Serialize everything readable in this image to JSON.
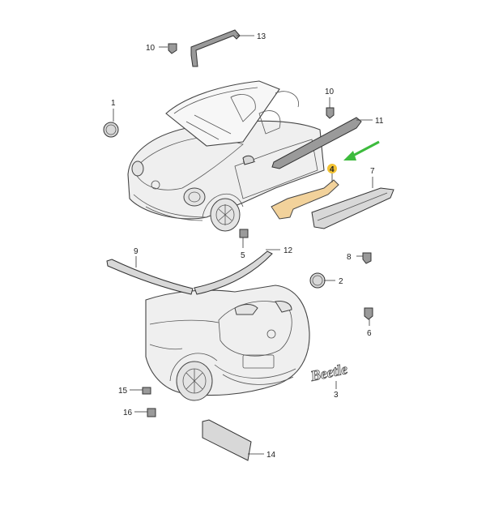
{
  "callouts": [
    {
      "id": "c1",
      "label": "1"
    },
    {
      "id": "c2",
      "label": "2"
    },
    {
      "id": "c3",
      "label": "3"
    },
    {
      "id": "c4",
      "label": "4",
      "highlighted": true
    },
    {
      "id": "c5",
      "label": "5"
    },
    {
      "id": "c6",
      "label": "6"
    },
    {
      "id": "c7",
      "label": "7"
    },
    {
      "id": "c8",
      "label": "8"
    },
    {
      "id": "c9",
      "label": "9"
    },
    {
      "id": "c10a",
      "label": "10"
    },
    {
      "id": "c10b",
      "label": "10"
    },
    {
      "id": "c11",
      "label": "11"
    },
    {
      "id": "c12",
      "label": "12"
    },
    {
      "id": "c13",
      "label": "13"
    },
    {
      "id": "c14",
      "label": "14"
    },
    {
      "id": "c15",
      "label": "15"
    },
    {
      "id": "c16",
      "label": "16"
    }
  ],
  "badge_text": "Beetle",
  "colors": {
    "highlight": "#f2c233",
    "arrow": "#3dbb3d",
    "part_highlight": "#f2d29b"
  }
}
